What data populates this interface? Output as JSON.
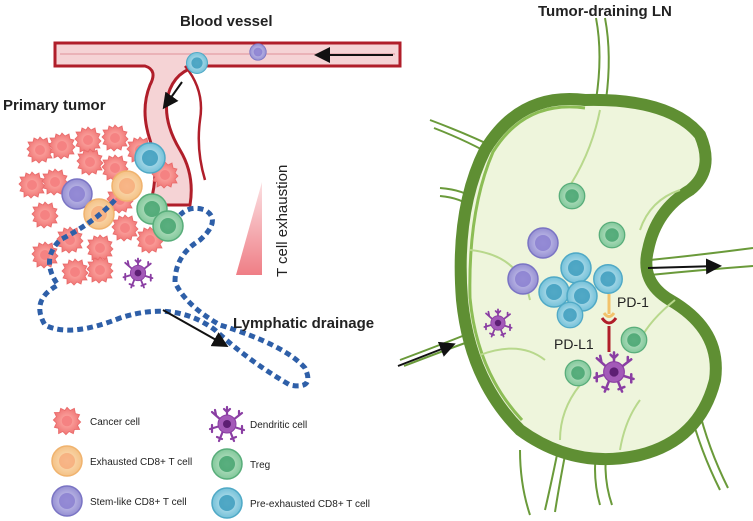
{
  "labels": {
    "blood_vessel": "Blood vessel",
    "tumor_draining_ln": "Tumor-draining LN",
    "primary_tumor": "Primary tumor",
    "t_cell_exhaustion": "T cell exhaustion",
    "lymphatic_drainage": "Lymphatic drainage",
    "pd1": "PD-1",
    "pdl1": "PD-L1"
  },
  "legend": [
    {
      "label": "Cancer cell",
      "icon": "cancer-cell-icon"
    },
    {
      "label": "Dendritic cell",
      "icon": "dendritic-cell-icon"
    },
    {
      "label": "Exhausted CD8+ T cell",
      "icon": "exhausted-cd8-t-cell-icon"
    },
    {
      "label": "Treg",
      "icon": "treg-icon"
    },
    {
      "label": "Stem-like CD8+ T cell",
      "icon": "stem-like-cd8-t-cell-icon"
    },
    {
      "label": "Pre-exhausted CD8+ T cell",
      "icon": "pre-exhausted-cd8-t-cell-icon"
    }
  ],
  "colors": {
    "vessel": "#b01e2a",
    "vessel_fill": "#f3c9cc",
    "cancer": "#f48a8a",
    "exhausted": "#f7cf9c",
    "treg": "#6fbf8f",
    "stem_like": "#9b95d4",
    "pre_exhausted": "#7ec7dd",
    "dendritic": "#9c4fb0",
    "lymphatic": "#2e5fa8",
    "ln_outer": "#6a9a3a",
    "ln_fill": "#eef5dc"
  }
}
